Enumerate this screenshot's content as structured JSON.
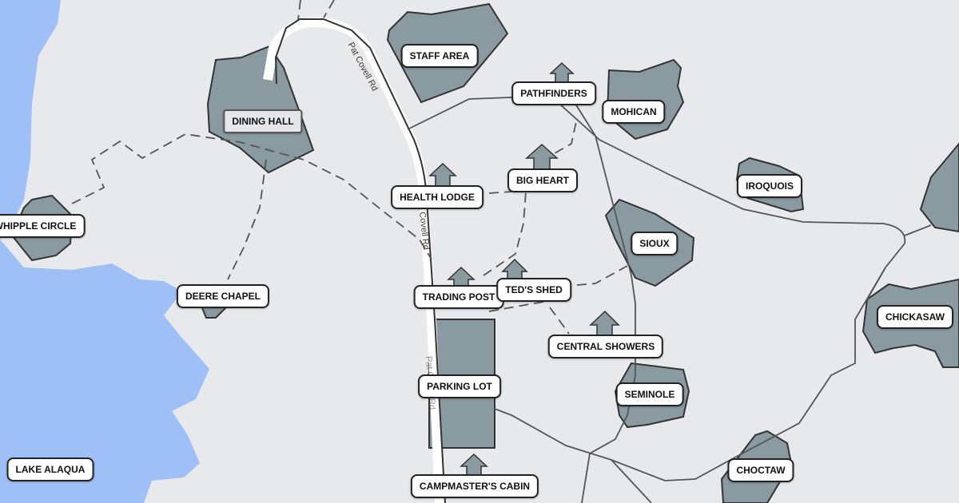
{
  "colors": {
    "water": "#9ec0f7",
    "land": "#e8e9ec",
    "building": "#8a9aa1",
    "outline": "#333333",
    "road": "#ffffff"
  },
  "roads": {
    "pat_covell_1": "Pat Covell Rd",
    "pat_covell_2": "Pat Covell Rd",
    "pat_covell_3": "Pat Covell Rd"
  },
  "labels": {
    "staff_area": "STAFF AREA",
    "dining_hall": "DINING HALL",
    "pathfinders": "PATHFINDERS",
    "mohican": "MOHICAN",
    "big_heart": "BIG HEART",
    "health_lodge": "HEALTH LODGE",
    "iroquois": "IROQUOIS",
    "whipple_circle": "WHIPPLE CIRCLE",
    "sioux": "SIOUX",
    "deere_chapel": "DEERE CHAPEL",
    "trading_post": "TRADING POST",
    "teds_shed": "TED'S SHED",
    "chickasaw": "CHICKASAW",
    "central_showers": "CENTRAL SHOWERS",
    "parking_lot": "PARKING LOT",
    "seminole": "SEMINOLE",
    "lake_alaqua": "LAKE ALAQUA",
    "choctaw": "CHOCTAW",
    "campmasters_cabin": "CAMPMASTER'S CABIN"
  }
}
